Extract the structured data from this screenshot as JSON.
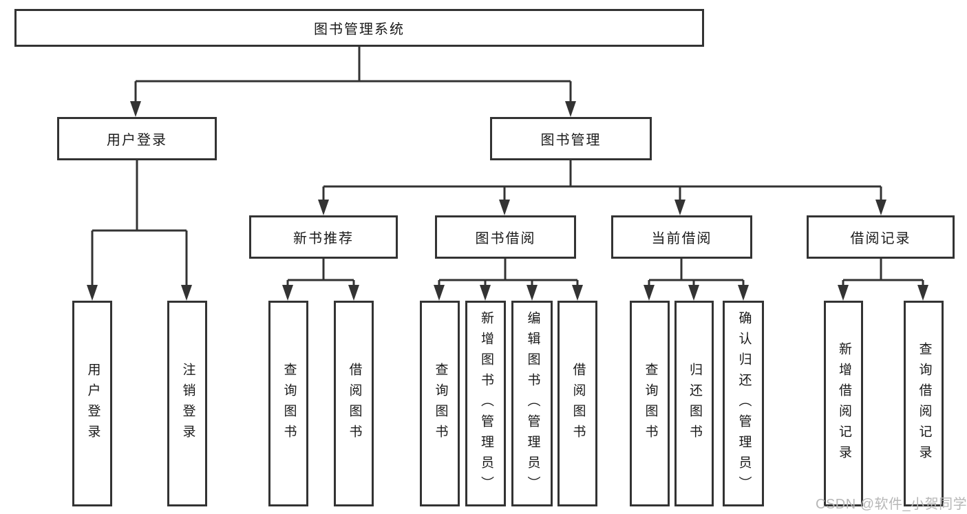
{
  "diagram": {
    "root": {
      "label": "图书管理系统"
    },
    "branches": [
      {
        "label": "用户登录",
        "children": [
          {
            "label": "用户登录"
          },
          {
            "label": "注销登录"
          }
        ]
      },
      {
        "label": "图书管理",
        "children": [
          {
            "label": "新书推荐",
            "children": [
              {
                "label": "查询图书"
              },
              {
                "label": "借阅图书"
              }
            ]
          },
          {
            "label": "图书借阅",
            "children": [
              {
                "label": "查询图书"
              },
              {
                "label": "新增图书（管理员）"
              },
              {
                "label": "编辑图书（管理员）"
              },
              {
                "label": "借阅图书"
              }
            ]
          },
          {
            "label": "当前借阅",
            "children": [
              {
                "label": "查询图书"
              },
              {
                "label": "归还图书"
              },
              {
                "label": "确认归还（管理员）"
              }
            ]
          },
          {
            "label": "借阅记录",
            "children": [
              {
                "label": "新增借阅记录"
              },
              {
                "label": "查询借阅记录"
              }
            ]
          }
        ]
      }
    ]
  },
  "watermark": {
    "text": "CSDN @软件_小贺同学"
  },
  "colors": {
    "line": "#333333",
    "box_border": "#333333",
    "text": "#1a1a1a",
    "watermark": "#b7b7b7",
    "background": "#ffffff"
  }
}
